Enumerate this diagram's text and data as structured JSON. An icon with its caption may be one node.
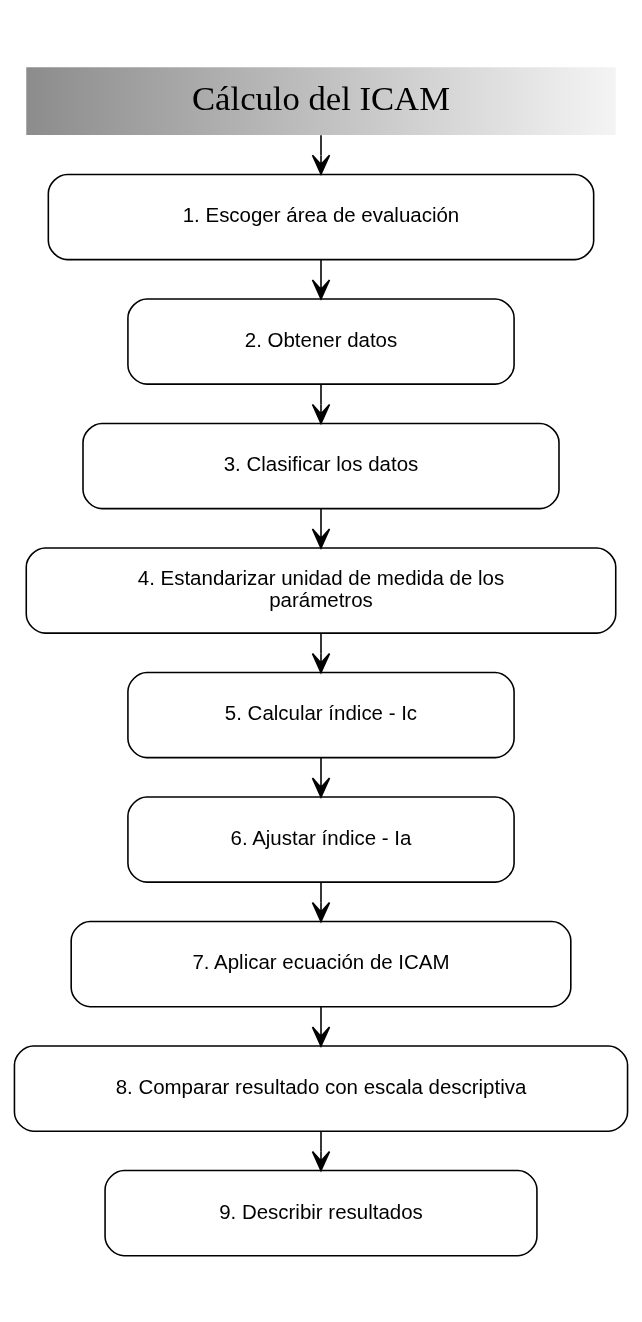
{
  "diagram": {
    "nodes": [
      {
        "text": [
          "Cálculo del ICAM"
        ]
      },
      {
        "text": [
          "1. Escoger área de evaluación"
        ]
      },
      {
        "text": [
          "2. Obtener datos"
        ]
      },
      {
        "text": [
          "3. Clasificar los datos"
        ]
      },
      {
        "text": [
          "4. Estandarizar unidad de medida de los parámetros"
        ]
      },
      {
        "text": [
          "5. Calcular índice - Ic"
        ]
      },
      {
        "text": [
          "6. Ajustar índice - Ia"
        ]
      },
      {
        "text": [
          "7. Aplicar ecuación de ICAM"
        ]
      },
      {
        "text": [
          "8. Comparar resultado con escala descriptiva"
        ]
      },
      {
        "text": [
          "9. Describir resultados"
        ]
      }
    ],
    "edges": [
      {
        "from": 0,
        "to": 1,
        "arrow": "to"
      },
      {
        "from": 1,
        "to": 2,
        "arrow": "to"
      },
      {
        "from": 2,
        "to": 3,
        "arrow": "to"
      },
      {
        "from": 3,
        "to": 4,
        "arrow": "to"
      },
      {
        "from": 4,
        "to": 5,
        "arrow": "to"
      },
      {
        "from": 5,
        "to": 6,
        "arrow": "to"
      },
      {
        "from": 6,
        "to": 7,
        "arrow": "to"
      },
      {
        "from": 7,
        "to": 8,
        "arrow": "to"
      },
      {
        "from": 8,
        "to": 9,
        "arrow": "to"
      }
    ]
  }
}
